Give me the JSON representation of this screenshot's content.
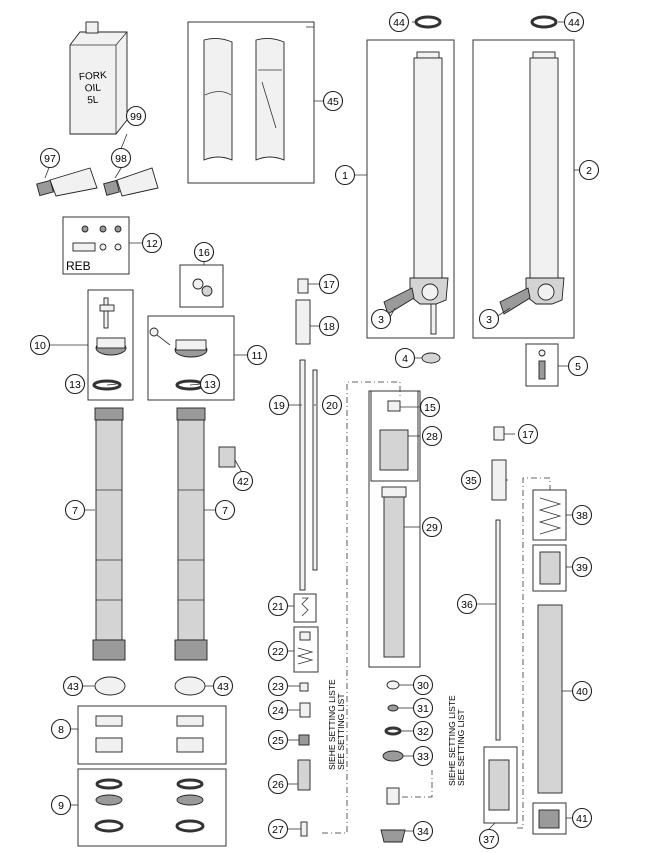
{
  "diagram": {
    "callouts": [
      "1",
      "2",
      "3",
      "3",
      "4",
      "5",
      "7",
      "7",
      "8",
      "9",
      "10",
      "11",
      "12",
      "13",
      "13",
      "15",
      "16",
      "17",
      "17",
      "18",
      "19",
      "20",
      "21",
      "22",
      "23",
      "24",
      "25",
      "26",
      "27",
      "28",
      "29",
      "30",
      "31",
      "32",
      "33",
      "34",
      "35",
      "36",
      "37",
      "38",
      "39",
      "40",
      "41",
      "42",
      "43",
      "43",
      "44",
      "44",
      "45",
      "97",
      "98",
      "99"
    ],
    "labels": {
      "oil_can": [
        "FORK",
        "OIL",
        "5L"
      ],
      "reb": "REB",
      "setting_de": "SIEHE SETTING LISTE",
      "setting_en": "SEE SETTING LIST"
    }
  }
}
